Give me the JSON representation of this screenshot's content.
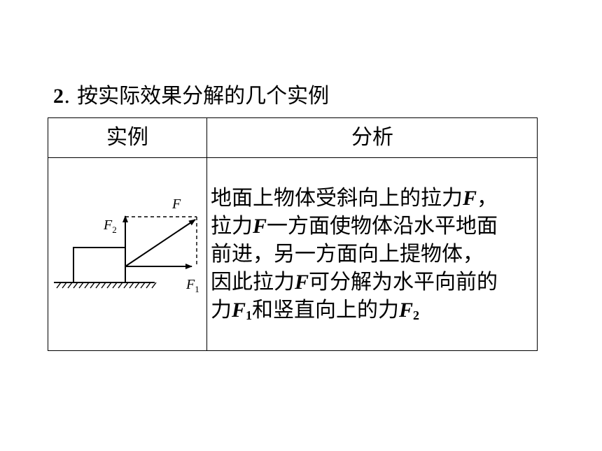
{
  "heading": {
    "number": "2",
    "sep": ".",
    "text": "按实际效果分解的几个实例"
  },
  "table": {
    "col1_header": "实例",
    "col2_header": "分析"
  },
  "diagram": {
    "F": "F",
    "F1": "F",
    "F1_sub": "1",
    "F2": "F",
    "F2_sub": "2"
  },
  "analysis": {
    "line1_text": "地面上物体受斜向上的拉力",
    "line1_var": "F",
    "line1_end": "，",
    "line2_start": "拉力",
    "line2_var": "F",
    "line2_text": "一方面使物体沿水平地面",
    "line3_text": "前进，另一方面向上提物体，",
    "line4_start": "因此拉力",
    "line4_var": "F",
    "line4_text": "可分解为水平向前的",
    "line5_start": "力",
    "line5_var1": "F",
    "line5_sub1": "1",
    "line5_mid": "和竖直向上的力",
    "line5_var2": "F",
    "line5_sub2": "2"
  }
}
